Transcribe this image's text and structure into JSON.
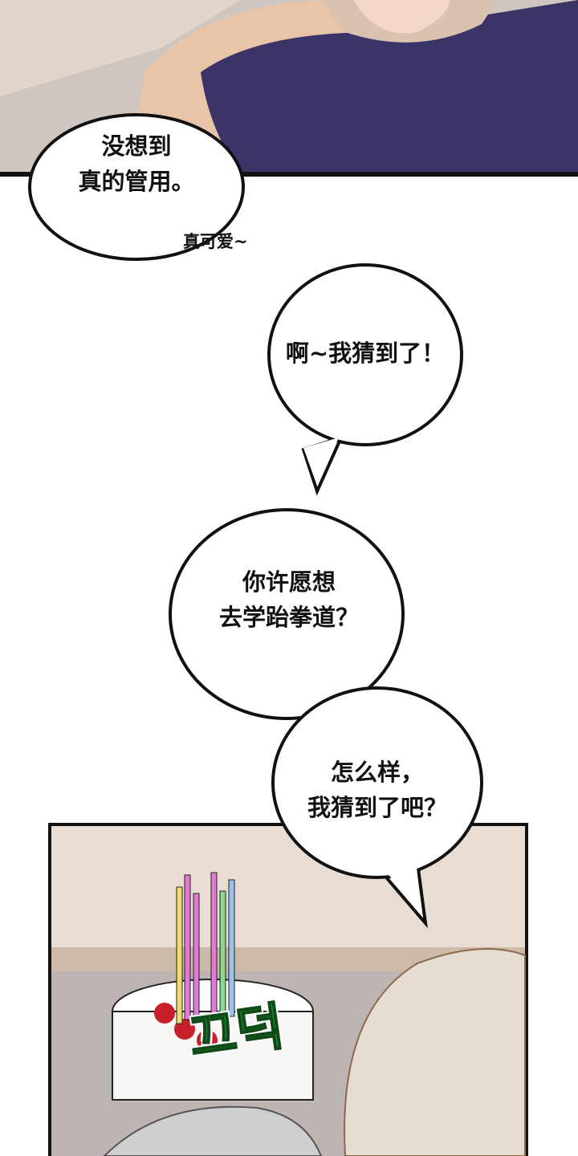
{
  "bubbles": [
    {
      "lines": [
        "没想到",
        "真的管用。"
      ]
    },
    {
      "lines": [
        "啊~我猜到了！"
      ]
    },
    {
      "lines": [
        "你许愿想",
        "去学跆拳道？"
      ]
    },
    {
      "lines": [
        "怎么样，",
        "我猜到了吧？"
      ]
    }
  ],
  "sfx": {
    "murmur": "真可爱~",
    "nod": "끄덕"
  },
  "colors": {
    "jacket": "#3a3566",
    "skin": "#e8c4a8",
    "panel_bg": "#e9ddd3",
    "sfx_green": "#1c8a2e"
  }
}
